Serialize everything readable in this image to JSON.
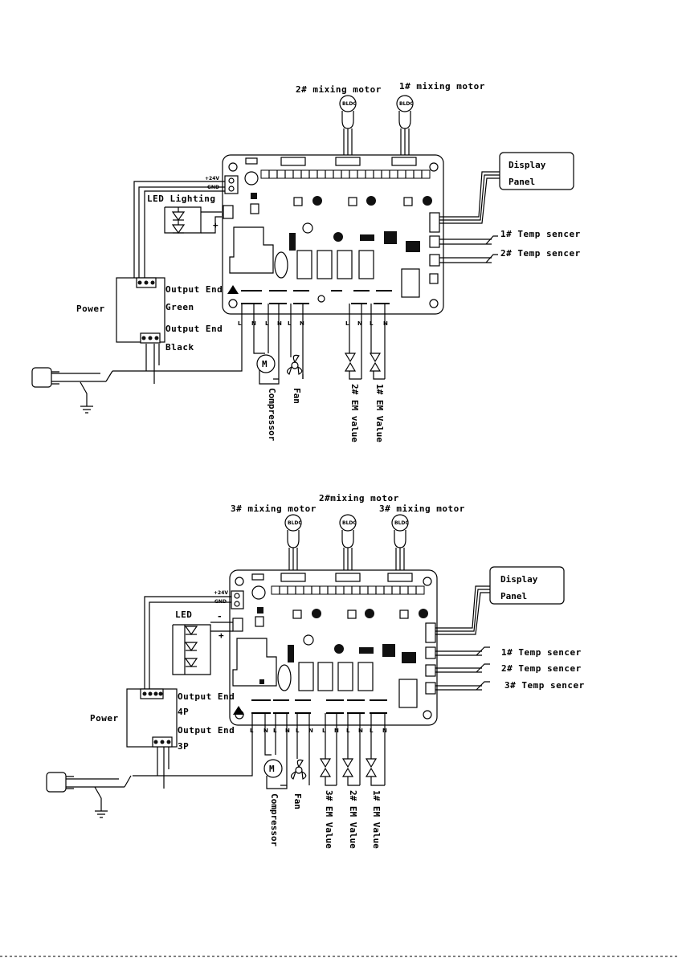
{
  "diagram1": {
    "motor_labels": [
      "2# mixing motor",
      "1# mixing motor"
    ],
    "motor_tag": "BLDC",
    "display_panel": [
      "Display",
      "Panel"
    ],
    "terminal_24v": "+24V",
    "terminal_gnd": "GND",
    "led_label": "LED Lighting",
    "plus": "+",
    "power": "Power",
    "output_end_1": "Output End",
    "output_end_1_note": "Green",
    "output_end_2": "Output End",
    "output_end_2_note": "Black",
    "temp_sensors": [
      "1# Temp sencer",
      "2# Temp sencer"
    ],
    "loads": [
      "Compressor",
      "Fan",
      "2# EM value",
      "1# EM Value"
    ],
    "motor_symbol": "M"
  },
  "diagram2": {
    "motor_top": "2#mixing motor",
    "motor_labels": [
      "3# mixing motor",
      "3# mixing motor"
    ],
    "motor_tag": "BLDC",
    "display_panel": [
      "Display",
      "Panel"
    ],
    "terminal_24v": "+24V",
    "terminal_gnd": "GND",
    "led_label": "LED",
    "minus": "-",
    "plus": "+",
    "power": "Power",
    "output_end_1": "Output End",
    "output_end_1_note": "4P",
    "output_end_2": "Output End",
    "output_end_2_note": "3P",
    "temp_sensors": [
      "1# Temp sencer",
      "2# Temp sencer",
      "3# Temp sencer"
    ],
    "loads": [
      "Compressor",
      "Fan",
      "3# EM Value",
      "2# EM Value",
      "1# EM Value"
    ],
    "motor_symbol": "M"
  },
  "pin_letters": {
    "live": "L",
    "neutral": "N"
  }
}
